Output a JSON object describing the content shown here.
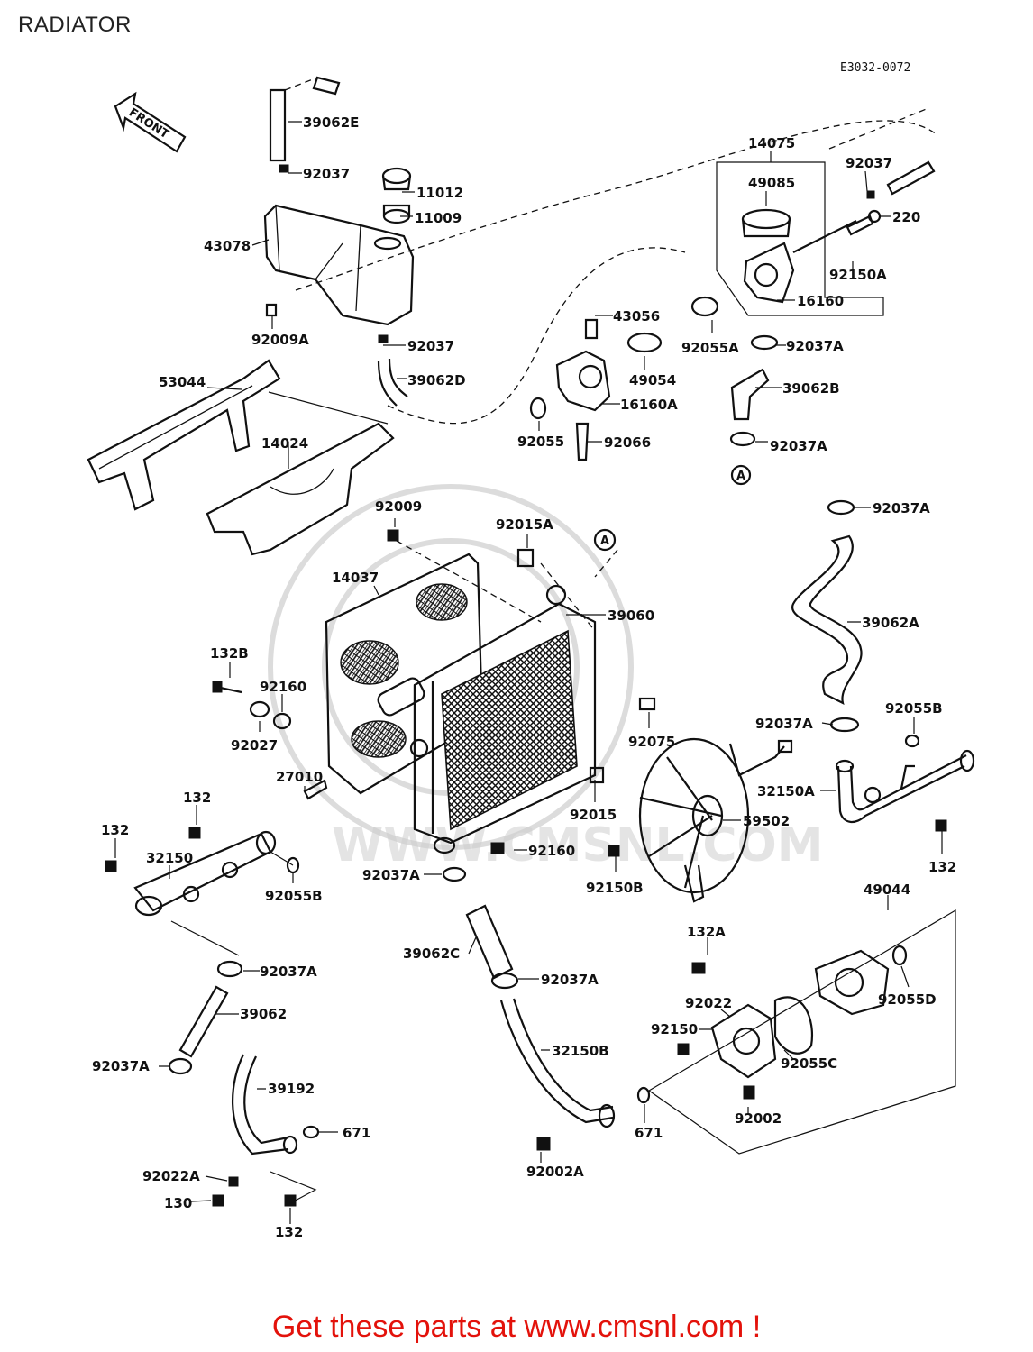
{
  "page": {
    "title": "RADIATOR",
    "diagram_code": "E3032-0072",
    "footer": "Get these parts at www.cmsnl.com !",
    "footer_color": "#e3120b",
    "watermark_text": "WWW.CMSNL.COM",
    "front_label": "FRONT"
  },
  "callouts": {
    "c39062E": "39062E",
    "c92037_top": "92037",
    "c11012": "11012",
    "c11009": "11009",
    "c43078": "43078",
    "c92009A": "92009A",
    "c92037_tank": "92037",
    "c39062D": "39062D",
    "c53044": "53044",
    "c14024": "14024",
    "c14075": "14075",
    "c49085": "49085",
    "c92037_right": "92037",
    "c220": "220",
    "c92150A_top": "92150A",
    "c16160": "16160",
    "c92037A_1": "92037A",
    "c43056": "43056",
    "c92055A": "92055A",
    "c49054": "49054",
    "c39062B": "39062B",
    "c16160A": "16160A",
    "c92055": "92055",
    "c92066": "92066",
    "c92037A_2": "92037A",
    "circle_A_top": "A",
    "c92009": "92009",
    "c92015A": "92015A",
    "circle_A_mid": "A",
    "c92037A_3": "92037A",
    "c14037": "14037",
    "c39060": "39060",
    "c39062A": "39062A",
    "c132B": "132B",
    "c92160_top": "92160",
    "c92027": "92027",
    "c92075": "92075",
    "c92037A_4": "92037A",
    "c92055B_right": "92055B",
    "c27010": "27010",
    "c132_1": "132",
    "c32150A": "32150A",
    "c92015": "92015",
    "c59502": "59502",
    "c132_2": "132",
    "c32150": "32150",
    "c92160_bot": "92160",
    "c92037A_5": "92037A",
    "c92150B": "92150B",
    "c132_right": "132",
    "c92055B_left": "92055B",
    "c49044": "49044",
    "c92037A_6": "92037A",
    "c39062C": "39062C",
    "c132A": "132A",
    "c92037A_7": "92037A",
    "c39062": "39062",
    "c92022": "92022",
    "c92055D": "92055D",
    "c92150": "92150",
    "c32150B": "32150B",
    "c92037A_8": "92037A",
    "c92055C": "92055C",
    "c39192": "39192",
    "c671_left": "671",
    "c92002": "92002",
    "c671_mid": "671",
    "c92022A": "92022A",
    "c92002A": "92002A",
    "c130": "130",
    "c132_bot": "132"
  }
}
